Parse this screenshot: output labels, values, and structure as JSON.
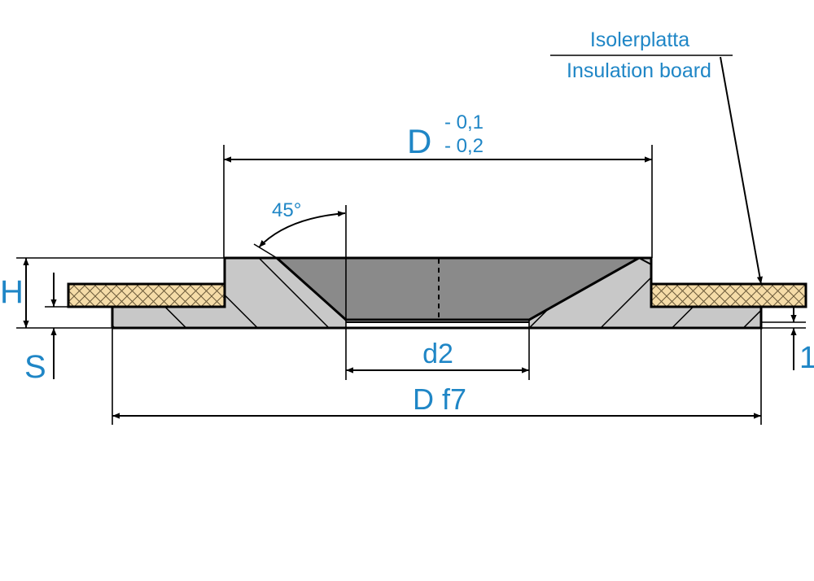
{
  "labels": {
    "insulation_sv": "Isolerplatta",
    "insulation_en": "Insulation board",
    "D_main": "D",
    "D_tol_upper": "- 0,1",
    "D_tol_lower": "- 0,2",
    "angle": "45°",
    "H": "H",
    "S": "S",
    "d2": "d2",
    "D_f7": "D f7",
    "one": "1"
  },
  "colors": {
    "label": "#1f86c6",
    "steel": "#c8c8c8",
    "bore": "#8a8a8a",
    "insulation": "#f5dca8",
    "line": "#000000"
  }
}
